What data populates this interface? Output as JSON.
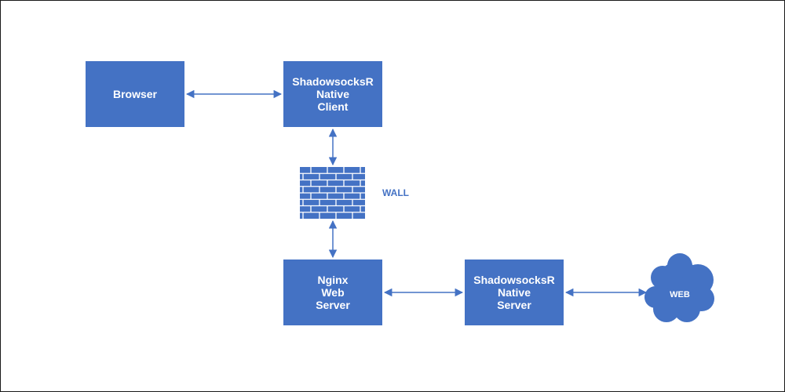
{
  "nodes": {
    "browser": {
      "lines": [
        "Browser"
      ]
    },
    "ssr_client": {
      "lines": [
        "ShadowsocksR",
        "Native",
        "Client"
      ]
    },
    "nginx": {
      "lines": [
        "Nginx",
        "Web",
        "Server"
      ]
    },
    "ssr_server": {
      "lines": [
        "ShadowsocksR",
        "Native",
        "Server"
      ]
    }
  },
  "wall": {
    "label": "WALL",
    "icon": "brick-wall-icon"
  },
  "web": {
    "label": "WEB",
    "icon": "cloud-icon"
  },
  "colors": {
    "node_fill": "#4472c4",
    "node_text": "#ffffff",
    "connector": "#4472c4",
    "wall_mortar": "#ffffff"
  }
}
